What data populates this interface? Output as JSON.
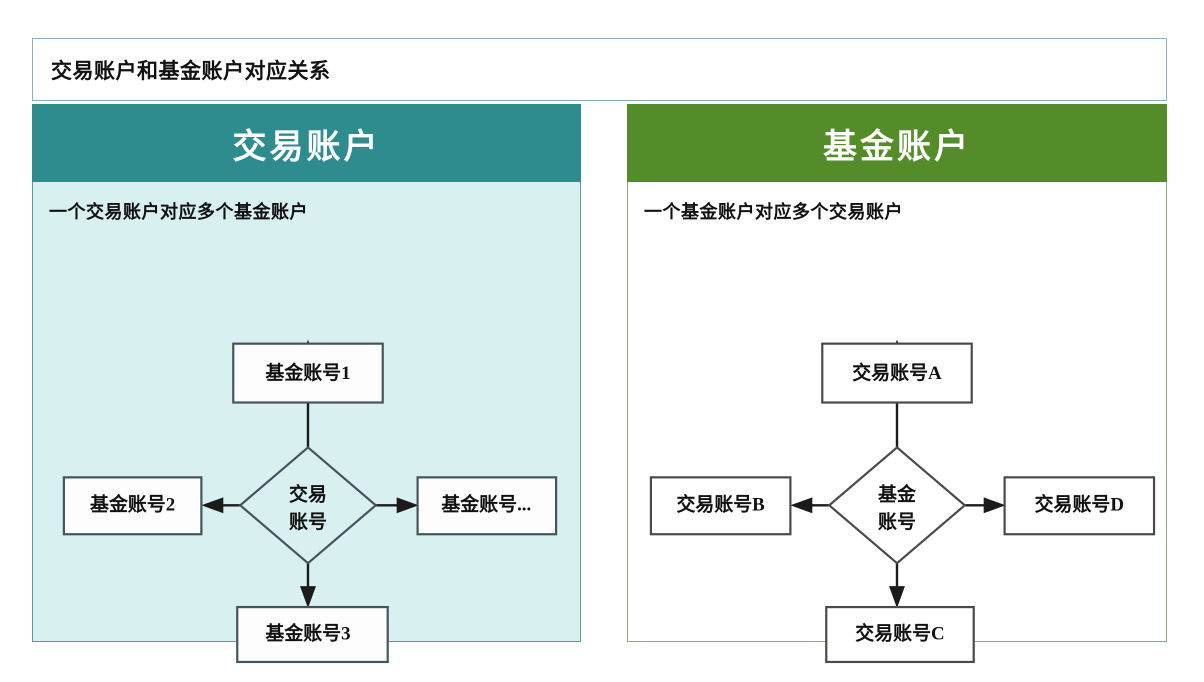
{
  "document": {
    "title": "交易账户和基金账户对应关系"
  },
  "panels": [
    {
      "id": "trading",
      "header": "交易账户",
      "header_color": "#2e8b8e",
      "body_color": "#d9f0f1",
      "subtitle": "一个交易账户对应多个基金账户",
      "center": {
        "label_line1": "交易",
        "label_line2": "账号"
      },
      "nodes": {
        "top": "基金账号1",
        "left": "基金账号2",
        "right": "基金账号...",
        "bottom": "基金账号3"
      }
    },
    {
      "id": "fund",
      "header": "基金账户",
      "header_color": "#548c2a",
      "body_color": "#ffffff",
      "subtitle": "一个基金账户对应多个交易账户",
      "center": {
        "label_line1": "基金",
        "label_line2": "账号"
      },
      "nodes": {
        "top": "交易账号A",
        "left": "交易账号B",
        "right": "交易账号D",
        "bottom": "交易账号C"
      }
    }
  ],
  "diagram_data": {
    "type": "relationship-diagram",
    "relations": [
      {
        "from": "交易账号",
        "to": [
          "基金账号1",
          "基金账号2",
          "基金账号...",
          "基金账号3"
        ],
        "cardinality": "one-to-many"
      },
      {
        "from": "基金账号",
        "to": [
          "交易账号A",
          "交易账号B",
          "交易账号C",
          "交易账号D"
        ],
        "cardinality": "one-to-many"
      }
    ]
  }
}
